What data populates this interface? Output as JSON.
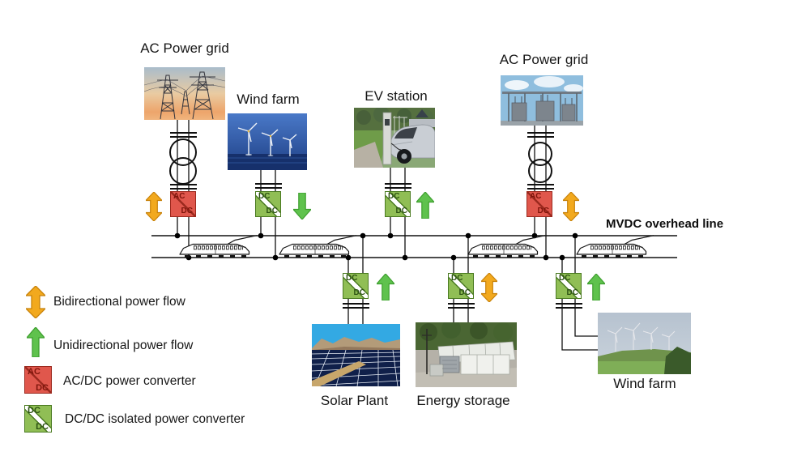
{
  "diagram": {
    "line_label": "MVDC overhead line"
  },
  "nodes": {
    "grid_left": {
      "label": "AC Power grid",
      "photo": "transmission-towers-sunset"
    },
    "wind_left": {
      "label": "Wind farm",
      "photo": "offshore-wind-turbines"
    },
    "ev": {
      "label": "EV station",
      "photo": "electric-car-charging"
    },
    "grid_right": {
      "label": "AC Power grid",
      "photo": "substation-equipment"
    },
    "solar": {
      "label": "Solar Plant",
      "photo": "solar-panel-field"
    },
    "storage": {
      "label": "Energy storage",
      "photo": "battery-container-yard"
    },
    "wind_right": {
      "label": "Wind farm",
      "photo": "onshore-wind-turbines"
    }
  },
  "converter_labels": {
    "ac": "AC",
    "dc": "DC"
  },
  "legend": {
    "items": [
      {
        "symbol": "bidirectional-arrow",
        "label": "Bidirectional power flow"
      },
      {
        "symbol": "unidirectional-arrow",
        "label": "Unidirectional power flow"
      },
      {
        "symbol": "acdc-converter",
        "label": "AC/DC power converter"
      },
      {
        "symbol": "dcdc-converter",
        "label": "DC/DC isolated power converter"
      }
    ]
  },
  "colors": {
    "bidirectional_arrow": "#F2A91E",
    "unidirectional_arrow": "#5FC24D",
    "acdc_converter_fill": "#E0574C",
    "dcdc_converter_fill": "#90BE55",
    "wire": "#111111"
  }
}
